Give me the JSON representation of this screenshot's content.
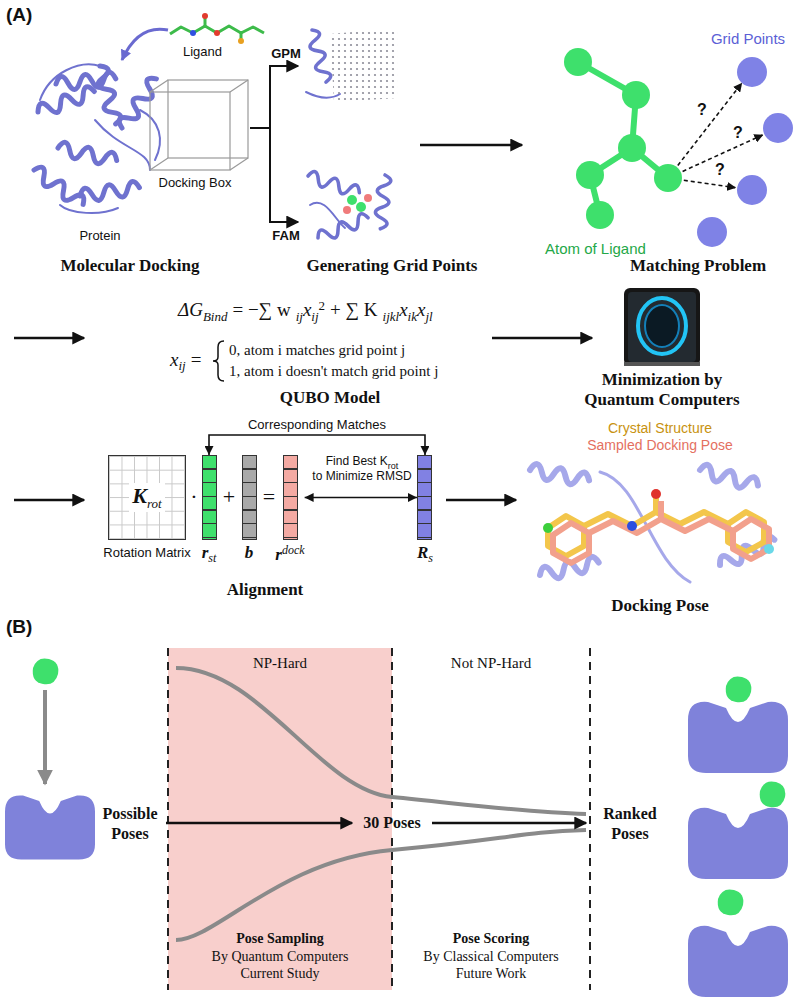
{
  "diagram": {
    "nodes": [
      {
        "text": [
          "K",
          "rot",
          "Rotation Matrix"
        ]
      },
      {
        "text": [
          "r",
          "st"
        ]
      },
      {
        "text": [
          "b"
        ]
      },
      {
        "text": [
          "r",
          "dock"
        ]
      },
      {
        "text": [
          "R",
          "s"
        ]
      },
      {
        "text": [
          "NP-Hard",
          "Pose Sampling",
          "By Quantum Computers Current Study"
        ]
      }
    ],
    "edges": [
      {
        "from": 1,
        "to": 4,
        "arrow": "both",
        "label": "Corresponding Matches"
      },
      {
        "from": 3,
        "to": 4,
        "arrow": "both"
      }
    ],
    "labels": [
      "(A)",
      "Ligand",
      "Docking Box",
      "Protein",
      "GPM",
      "FAM",
      "Grid Points",
      "?",
      "?",
      "?",
      "Atom of Ligand",
      "Molecular Docking",
      "Generating Grid Points",
      "Matching Problem",
      "ΔG",
      "Bind",
      "= −∑ w",
      "ij",
      "x",
      "ij",
      "2",
      "+ ∑ K",
      "ijkl",
      "x",
      "ik",
      "x",
      "jl",
      "x",
      "ij",
      "=",
      "0, atom i matches grid point j",
      "1, atom i doesn't match grid point j",
      "QUBO Model",
      "Minimization by Quantum Computers",
      "·",
      "+",
      "=",
      "Find Best K",
      "rot",
      "to Minimize RMSD",
      "Alignment",
      "Crystal Structure",
      "Sampled Docking Pose",
      "Docking Pose",
      "(B)",
      "Not NP-Hard",
      "Possible Poses",
      "30 Poses",
      "Ranked Poses",
      "Pose Scoring",
      "By Classical Computers Future Work"
    ]
  }
}
